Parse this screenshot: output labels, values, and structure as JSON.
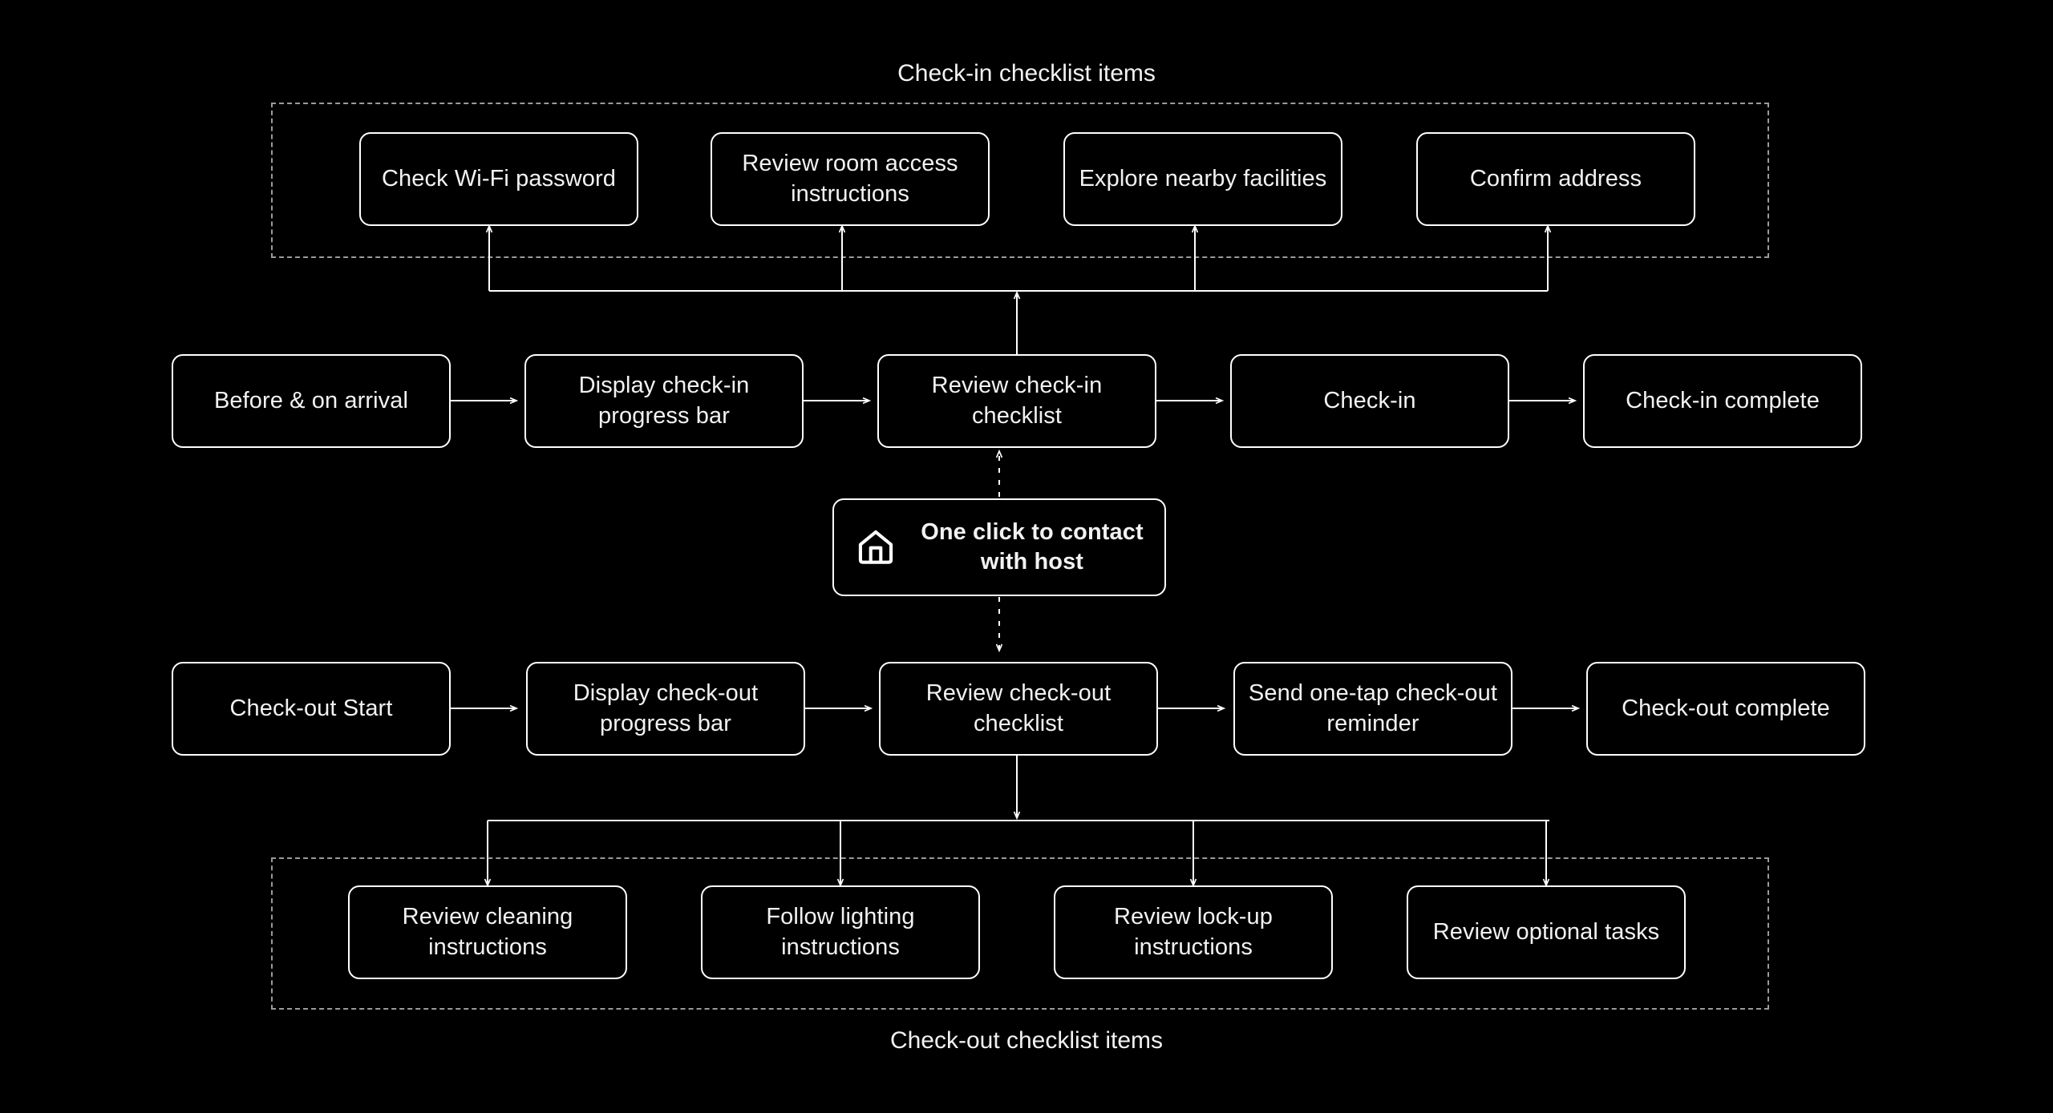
{
  "diagram": {
    "title_top": "Check-in checklist items",
    "title_bottom": "Check-out checklist items",
    "background_color": "#000000",
    "node_border_color": "#ffffff",
    "group_border_color": "#9a9a9a",
    "text_color": "#f2f2f2"
  },
  "checkin_checklist": {
    "caption": "Check-in checklist items",
    "items": [
      {
        "label": "Check Wi-Fi password"
      },
      {
        "label": "Review room access instructions"
      },
      {
        "label": "Explore nearby facilities"
      },
      {
        "label": "Confirm address"
      }
    ]
  },
  "checkin_flow": {
    "steps": [
      {
        "label": "Before & on arrival"
      },
      {
        "label": "Display check-in progress bar"
      },
      {
        "label": "Review check-in checklist"
      },
      {
        "label": "Check-in"
      },
      {
        "label": "Check-in complete"
      }
    ]
  },
  "contact_host": {
    "label": "One click to contact with host",
    "icon": "home-icon"
  },
  "checkout_flow": {
    "steps": [
      {
        "label": "Check-out Start"
      },
      {
        "label": "Display check-out progress bar"
      },
      {
        "label": "Review check-out checklist"
      },
      {
        "label": "Send one-tap check-out reminder"
      },
      {
        "label": "Check-out complete"
      }
    ]
  },
  "checkout_checklist": {
    "caption": "Check-out checklist items",
    "items": [
      {
        "label": "Review cleaning instructions"
      },
      {
        "label": "Follow lighting instructions"
      },
      {
        "label": "Review lock-up instructions"
      },
      {
        "label": "Review optional tasks"
      }
    ]
  }
}
